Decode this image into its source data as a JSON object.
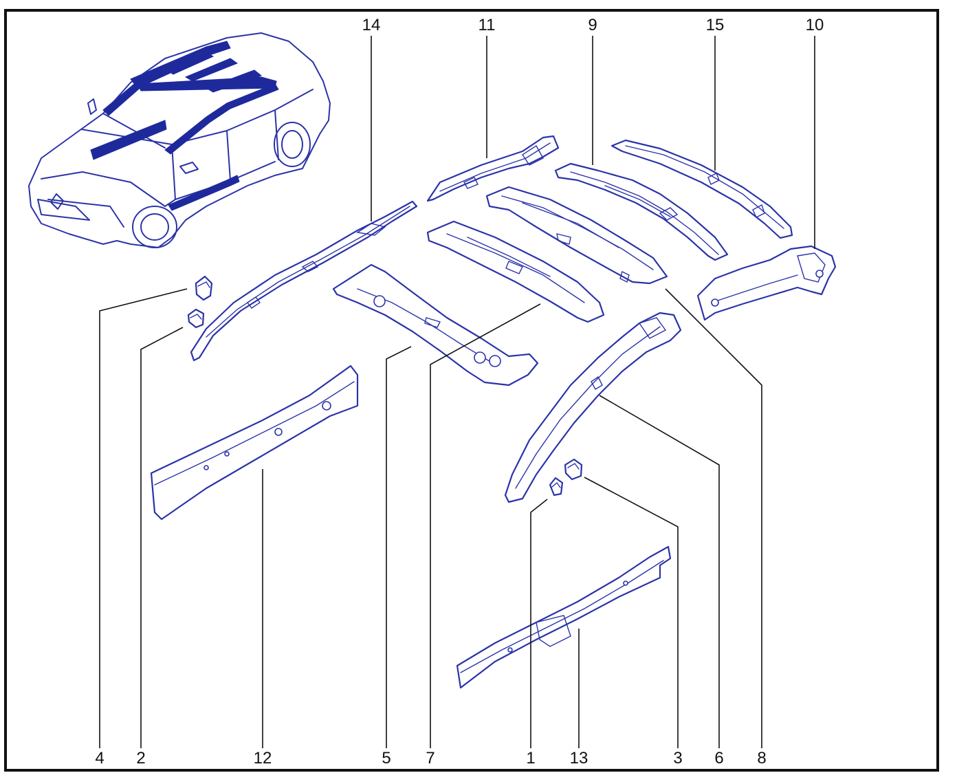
{
  "colors": {
    "line": "#2b33a8",
    "highlight": "#1e2a9c",
    "leader": "#111111",
    "frame": "#111111",
    "background": "#ffffff"
  },
  "callouts": {
    "top": {
      "p14": "14",
      "p11": "11",
      "p9": "9",
      "p15": "15",
      "p10": "10"
    },
    "bottom": {
      "p4": "4",
      "p2": "2",
      "p12": "12",
      "p5": "5",
      "p7": "7",
      "p1": "1",
      "p13": "13",
      "p3": "3",
      "p6": "6",
      "p8": "8"
    }
  },
  "icons": {
    "overview": "car-overview-icon"
  }
}
